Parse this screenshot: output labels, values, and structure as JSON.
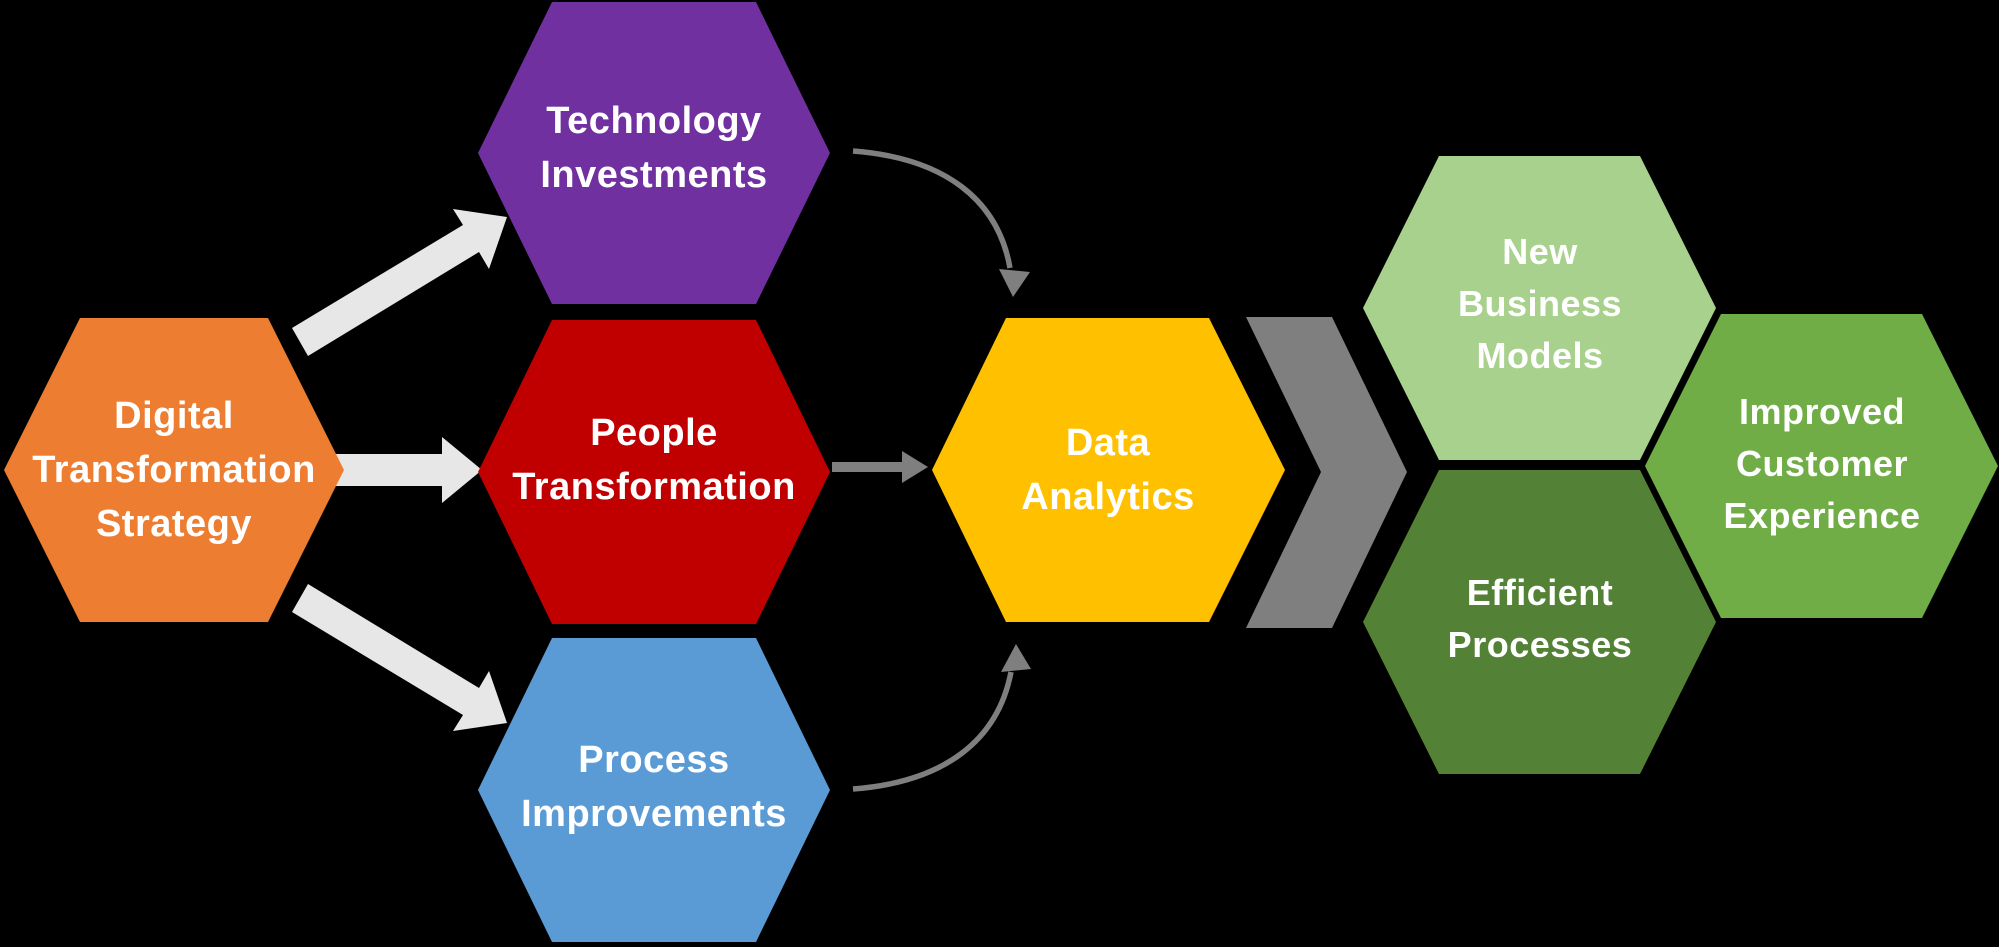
{
  "diagram": {
    "background_color": "#000000",
    "text_color": "#FFFFFF"
  },
  "hexagons": [
    {
      "name": "digital-transformation-strategy",
      "lines": [
        "Digital",
        "Transformation",
        "Strategy"
      ],
      "color": "#ED7D31"
    },
    {
      "name": "technology-investments",
      "lines": [
        "Technology",
        "Investments"
      ],
      "color": "#7030A0"
    },
    {
      "name": "people-transformation",
      "lines": [
        "People",
        "Transformation"
      ],
      "color": "#C00000"
    },
    {
      "name": "process-improvements",
      "lines": [
        "Process",
        "Improvements"
      ],
      "color": "#5B9BD5"
    },
    {
      "name": "data-analytics",
      "lines": [
        "Data",
        "Analytics"
      ],
      "color": "#FFC000"
    },
    {
      "name": "new-business-models",
      "lines": [
        "New",
        "Business",
        "Models"
      ],
      "color": "#A9D18E"
    },
    {
      "name": "efficient-processes",
      "lines": [
        "Efficient",
        "Processes"
      ],
      "color": "#538135"
    },
    {
      "name": "improved-customer-experience",
      "lines": [
        "Improved",
        "Customer",
        "Experience"
      ],
      "color": "#70AD47"
    }
  ],
  "connectors": {
    "input_arrow_color": "#E8E7E7",
    "flow_arrow_color": "#7F7F7F",
    "chevron_color": "#7F7F7F",
    "flows": [
      {
        "from": "digital-transformation-strategy",
        "to": "technology-investments",
        "style": "block-arrow"
      },
      {
        "from": "digital-transformation-strategy",
        "to": "people-transformation",
        "style": "block-arrow"
      },
      {
        "from": "digital-transformation-strategy",
        "to": "process-improvements",
        "style": "block-arrow"
      },
      {
        "from": "technology-investments",
        "to": "data-analytics",
        "style": "curved-arrow"
      },
      {
        "from": "people-transformation",
        "to": "data-analytics",
        "style": "straight-arrow"
      },
      {
        "from": "process-improvements",
        "to": "data-analytics",
        "style": "curved-arrow"
      },
      {
        "from": "data-analytics",
        "to": [
          "new-business-models",
          "efficient-processes",
          "improved-customer-experience"
        ],
        "style": "chevron"
      }
    ]
  }
}
